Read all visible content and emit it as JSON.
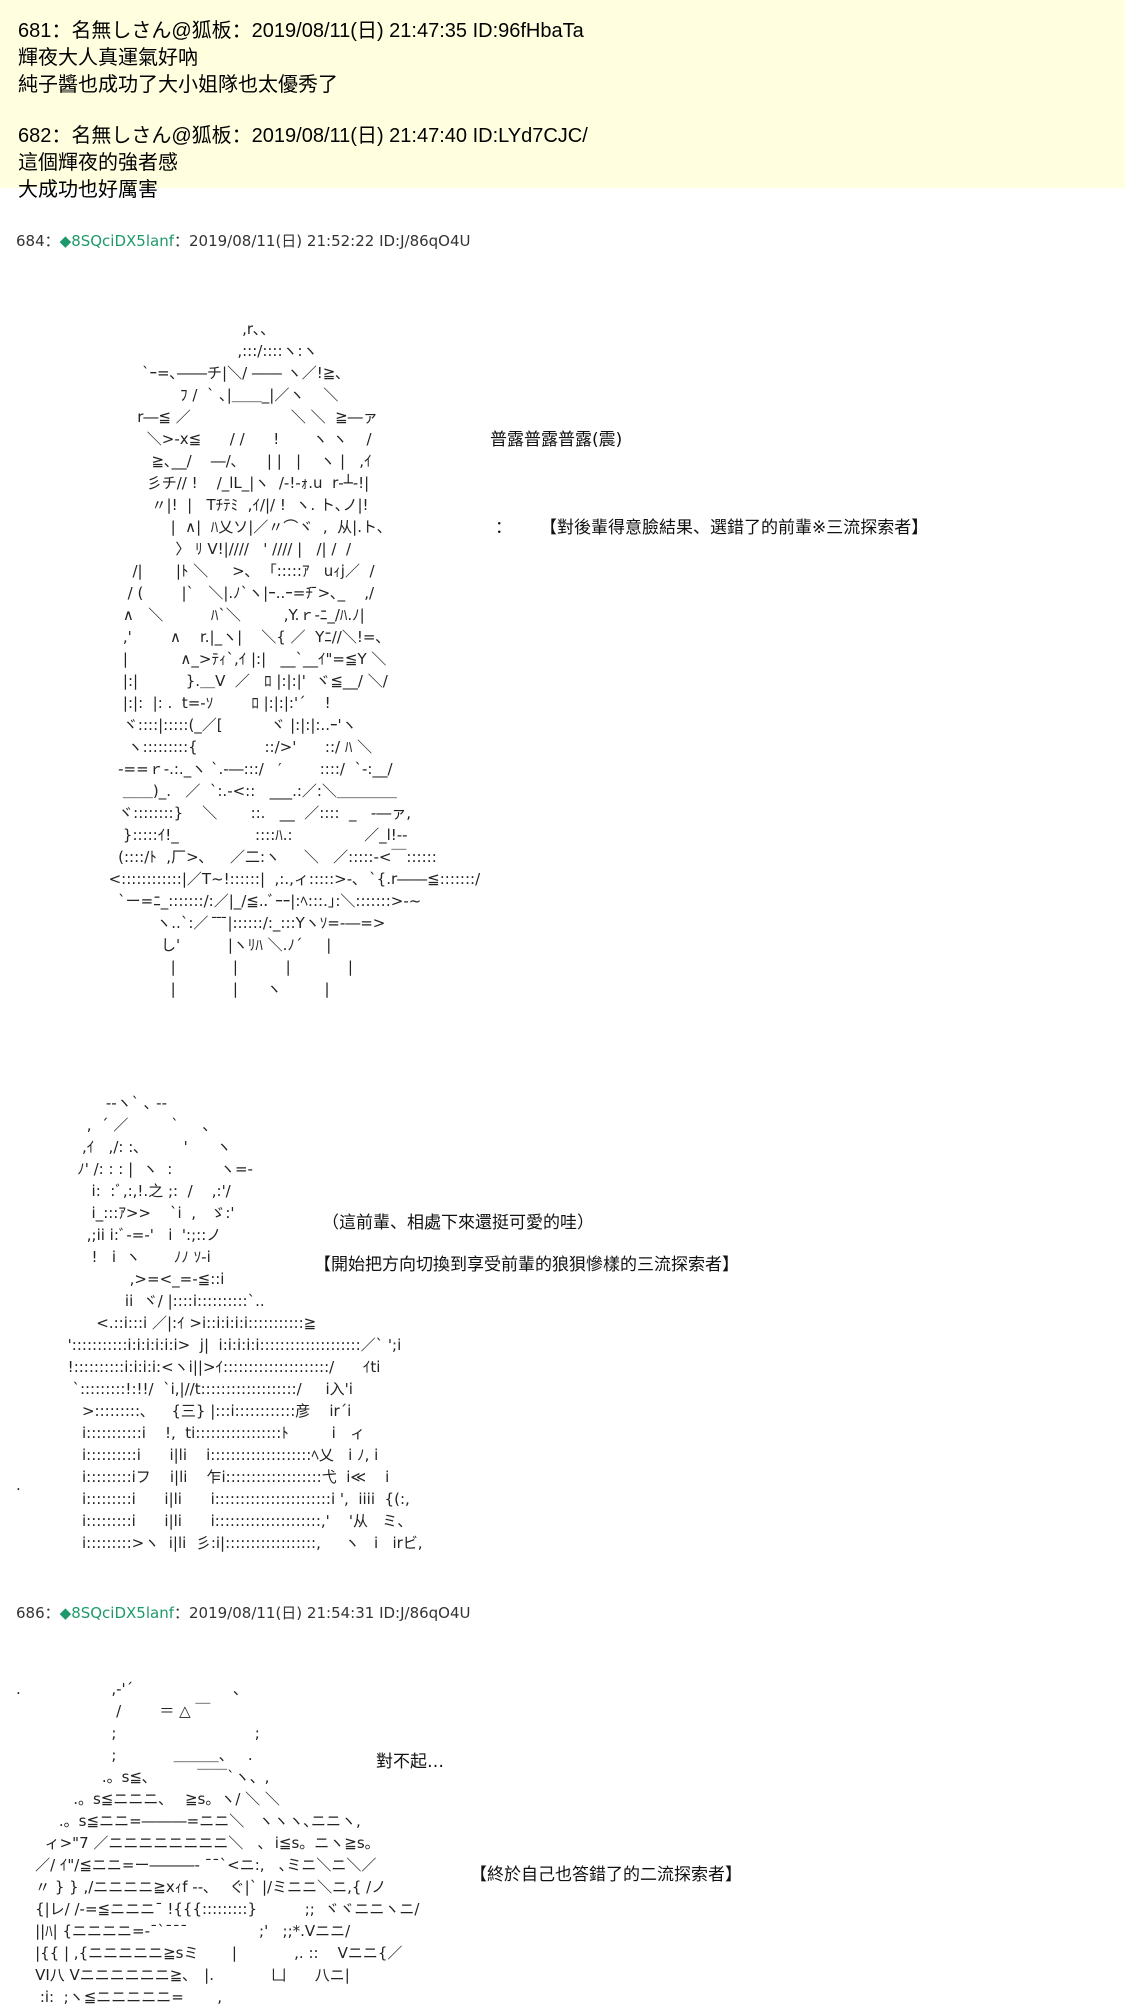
{
  "quote": {
    "posts": [
      {
        "header": "681：名無しさん@狐板：2019/08/11(日) 21:47:35 ID:96fHbaTa",
        "lines": [
          "輝夜大人真運氣好吶",
          "純子醬也成功了大小姐隊也太優秀了"
        ]
      },
      {
        "header": "682：名無しさん@狐板：2019/08/11(日) 21:47:40 ID:LYd7CJC/",
        "lines": [
          "這個輝夜的強者感",
          "大成功也好厲害"
        ]
      }
    ]
  },
  "post684": {
    "number": "684：",
    "diamond": "◆",
    "trip": "8SQciDX5lanf",
    "rest": "：2019/08/11(日) 21:52:22 ID:J/86qO4U",
    "captions": {
      "sound": "普露普露普露(震)",
      "colon": "：",
      "note": "【對後輩得意臉結果、選錯了的前輩※三流探索者】",
      "cute": "（這前輩、相處下來還挺可愛的哇）",
      "switch": "【開始把方向切換到享受前輩的狼狽慘樣的三流探索者】"
    }
  },
  "post686": {
    "number": "686：",
    "diamond": "◆",
    "trip": "8SQciDX5lanf",
    "rest": "：2019/08/11(日) 21:54:31 ID:J/86qO4U",
    "captions": {
      "sorry": "對不起…",
      "final": "【終於自己也答錯了的二流探索者】"
    }
  }
}
